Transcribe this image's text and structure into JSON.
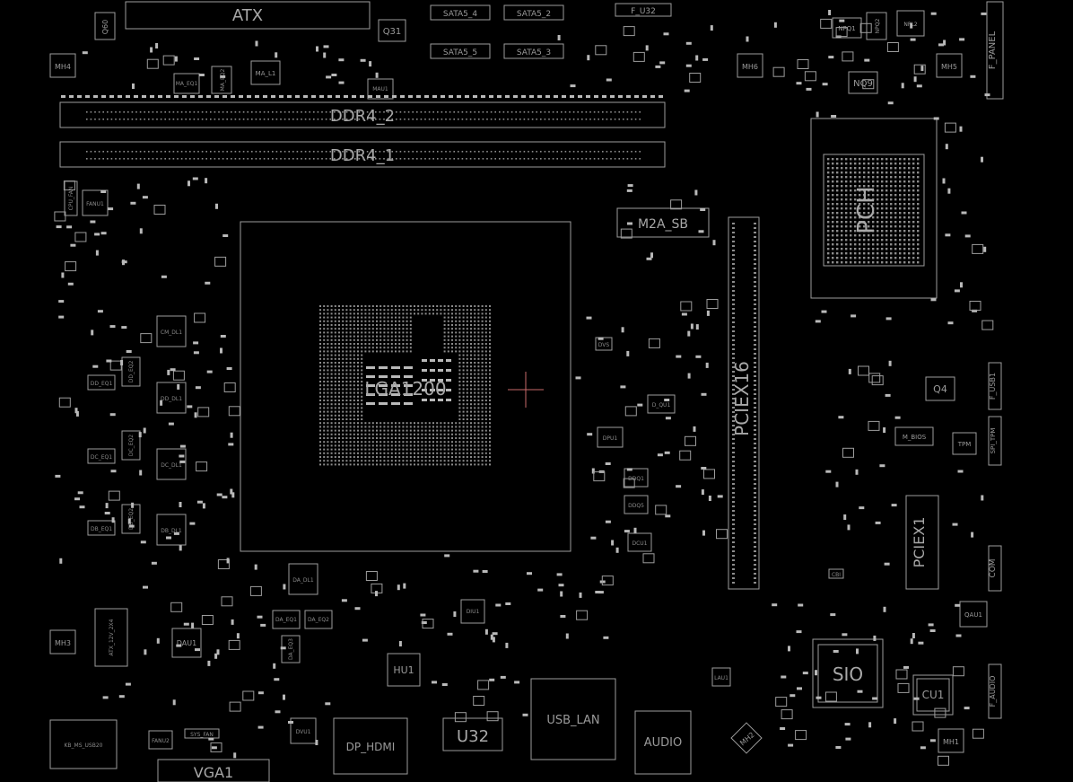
{
  "labels": {
    "atx": "ATX",
    "q31": "Q31",
    "q60": "Q60",
    "sata4": "SATA5_4",
    "sata2": "SATA5_2",
    "sata5": "SATA5_5",
    "sata3": "SATA5_3",
    "fu32": "F_U32",
    "mh4": "MH4",
    "mh6": "MH6",
    "mh5": "MH5",
    "mh3": "MH3",
    "mh1": "MH1",
    "mh2": "MH2",
    "npq1": "NPQ1",
    "npl2": "NPL2",
    "nq9": "NQ9",
    "npq2": "NPQ2",
    "fpanel": "F_PANEL",
    "ddr4_2": "DDR4_2",
    "ddr4_1": "DDR4_1",
    "ma_l1": "MA_L1",
    "ma_eq1": "MA_EQ1",
    "ma_eq2": "MA_EQ2",
    "mau1": "MAU1",
    "cpu_fan": "CPU_FAN",
    "fanu1": "FANU1",
    "m2a_sb": "M2A_SB",
    "pch": "PCH",
    "lga": "LGA1200",
    "pciex16": "PCIEX16",
    "q4": "Q4",
    "fusb1": "F_USB1",
    "m_bios": "M_BIOS",
    "tpm": "TPM",
    "spi_tpm": "SPI_TPM",
    "pciex1": "PCIEX1",
    "com": "COM",
    "qau1": "QAU1",
    "sio": "SIO",
    "cu1": "CU1",
    "faudio": "F_AUDIO",
    "cm_dl1": "CM_DL1",
    "dd_dl1": "DD_DL1",
    "dc_dl1": "DC_DL1",
    "db_dl1": "DB_DL1",
    "dd_eq1": "DD_EQ1",
    "dd_eq2": "DD_EQ2",
    "dc_eq1": "DC_EQ1",
    "dc_eq2": "DC_EQ2",
    "db_eq1": "DB_EQ1",
    "db_eq2": "DB_EQ2",
    "da_dl1": "DA_DL1",
    "da_eq1": "DA_EQ1",
    "da_eq2": "DA_EQ2",
    "da_eq3": "DA_EQ3",
    "dau1": "DAU1",
    "atx_12v": "ATX_12V_2X4",
    "diu1": "DIU1",
    "hu1": "HU1",
    "dvu1": "DVU1",
    "dp_hdmi": "DP_HDMI",
    "u32": "U32",
    "usb_lan": "USB_LAN",
    "audio": "AUDIO",
    "lau1": "LAU1",
    "kb_ms": "KB_MS_USB20",
    "fanu2": "FANU2",
    "sys_fan": "SYS_FAN",
    "vga1": "VGA1",
    "ddq1": "DDQ1",
    "ddq5": "DDQ5",
    "dcu1": "DCU1",
    "dpu1": "DPU1",
    "d_qu1": "D_QU1",
    "cbi": "CBI",
    "dvs": "DVS"
  }
}
